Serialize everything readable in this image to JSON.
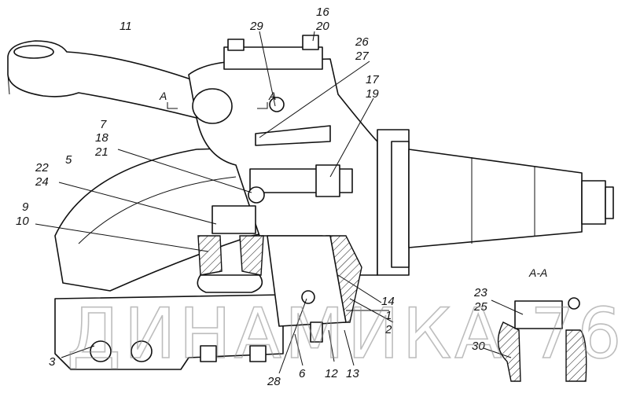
{
  "diagram": {
    "section_marker": "A",
    "section_title": "A-A",
    "labels": [
      "11",
      "29",
      "16",
      "20",
      "26",
      "27",
      "17",
      "19",
      "7",
      "18",
      "21",
      "5",
      "22",
      "24",
      "9",
      "10",
      "23",
      "25",
      "14",
      "1",
      "2",
      "30",
      "3",
      "28",
      "6",
      "12",
      "13"
    ]
  },
  "watermark": "ДИНАМИКА 76"
}
